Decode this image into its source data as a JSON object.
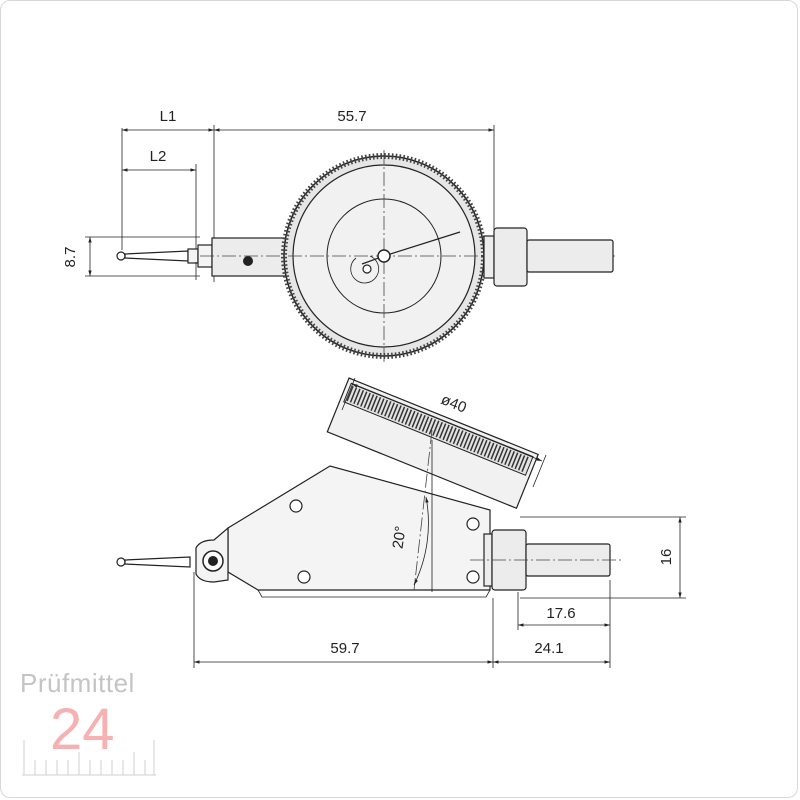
{
  "dimensions": {
    "L1": "L1",
    "L2": "L2",
    "width_55_7": "55.7",
    "height_8_7": "8.7",
    "diameter": "ø40",
    "angle": "20°",
    "height_16": "16",
    "length_17_6": "17.6",
    "length_59_7": "59.7",
    "length_24_1": "24.1"
  },
  "logo": {
    "line1": "Prüfmittel",
    "line2": "24"
  },
  "colors": {
    "line": "#222222",
    "body_fill": "#ececec",
    "logo_gray": "#c4c4c4",
    "logo_red": "#f6b2b2"
  }
}
